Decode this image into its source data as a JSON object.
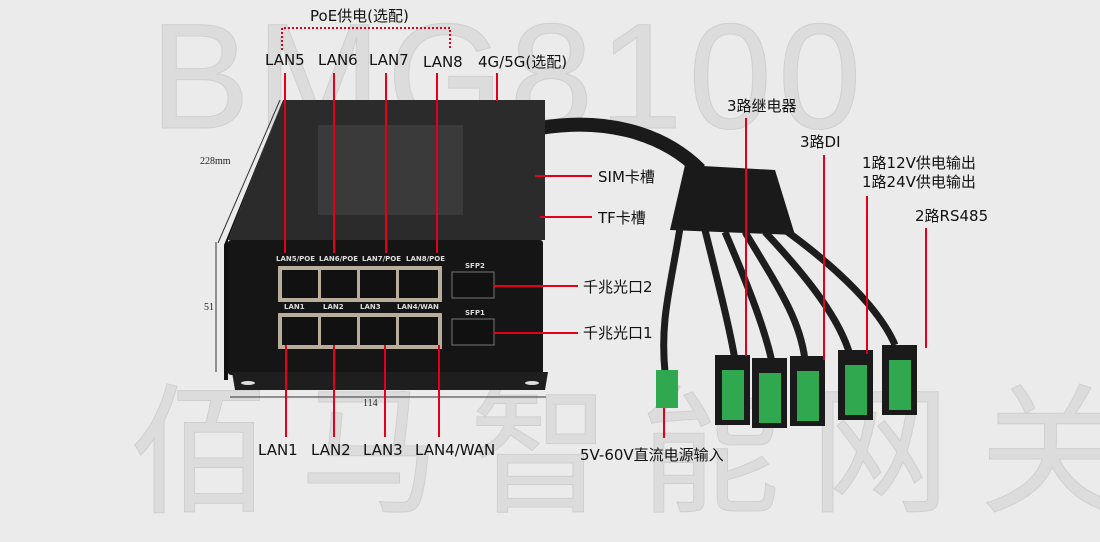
{
  "watermark": {
    "model": "BMG8100",
    "cn": "佰马智能网关"
  },
  "labels": {
    "poe": "PoE供电(选配)",
    "lan5": "LAN5",
    "lan6": "LAN6",
    "lan7": "LAN7",
    "lan8": "LAN8",
    "cellular": "4G/5G(选配)",
    "relay": "3路继电器",
    "di": "3路DI",
    "power12": "1路12V供电输出",
    "power24": "1路24V供电输出",
    "rs485": "2路RS485",
    "sim": "SIM卡槽",
    "tf": "TF卡槽",
    "sfp2": "千兆光口2",
    "sfp1": "千兆光口1",
    "lan1": "LAN1",
    "lan2": "LAN2",
    "lan3": "LAN3",
    "lan4": "LAN4/WAN",
    "dc_in": "5V-60V直流电源输入"
  },
  "dimensions": {
    "depth": "228mm",
    "height": "51",
    "width": "114"
  },
  "panel": {
    "top_ports": [
      "LAN5/POE",
      "LAN6/POE",
      "LAN7/POE",
      "LAN8/POE"
    ],
    "bottom_ports": [
      "LAN1",
      "LAN2",
      "LAN3",
      "LAN4/WAN"
    ],
    "sfp_top": "SFP2",
    "sfp_bottom": "SFP1"
  },
  "colors": {
    "accent": "#e3001b",
    "terminal": "#2fa84f"
  }
}
